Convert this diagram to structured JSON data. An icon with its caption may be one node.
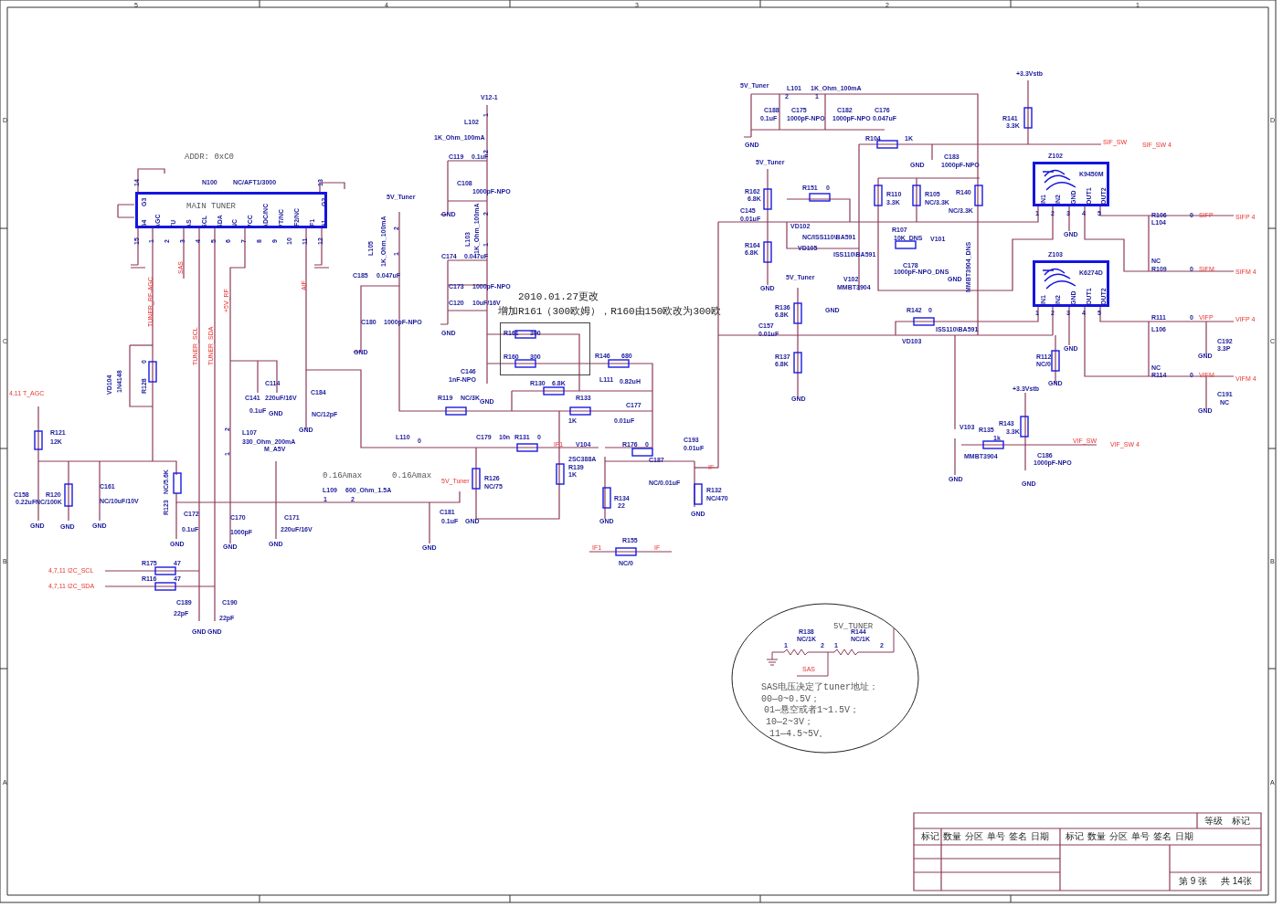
{
  "diagram": {
    "nodes": [
      {
        "text": [
          "N100",
          "NC/AFT1/3000",
          "MAIN TUNER",
          "G3",
          "G4",
          "AGC",
          "TU",
          "AS",
          "SCL",
          "SDA",
          "NC",
          "VCC",
          "ADC/NC",
          "VT/NC",
          "IF2/NC",
          "IF1",
          "G2",
          "G1"
        ]
      },
      {
        "text": [
          "R161",
          "300",
          "R160",
          "300"
        ]
      },
      {
        "text": [
          "Z102",
          "K9450M",
          "IN1",
          "IN2",
          "GND",
          "OUT1",
          "OUT2"
        ]
      },
      {
        "text": [
          "Z103",
          "K6274D",
          "IN1",
          "IN2",
          "GND",
          "OUT1",
          "OUT2"
        ]
      },
      {
        "text": [
          "5V_TUNER",
          "R138",
          "NC/1K",
          "R144",
          "NC/1K",
          "1",
          "2",
          "1",
          "2",
          "SAS",
          "SAS电压决定了tuner地址：",
          "00—0~0.5V；",
          "01—悬空或者1~1.5V；",
          "10—2~3V；",
          "11—4.5~5V。"
        ]
      }
    ],
    "labels": [
      "5",
      "4",
      "3",
      "2",
      "1",
      "D",
      "D",
      "C",
      "C",
      "B",
      "B",
      "A",
      "A",
      "ADDR: 0xC0",
      "14",
      "13",
      "15",
      "1",
      "2",
      "3",
      "4",
      "5",
      "6",
      "7",
      "8",
      "9",
      "10",
      "11",
      "12",
      "SAS",
      "TUNER_RF-AGC",
      "TUNER_SCL",
      "TUNER_SDA",
      "+5V_RF",
      "AIF",
      "VD104",
      "1N4148",
      "0",
      "R128",
      "4,11  T_AGC",
      "R121",
      "12K",
      "C158",
      "0.22uF",
      "R120",
      "NC/100K",
      "C161",
      "NC/10uF/10V",
      "GND",
      "GND",
      "GND",
      "R123",
      "NC/5.6K",
      "C172",
      "0.1uF",
      "GND",
      "C141",
      "C114",
      "220uF/16V",
      "0.1uF",
      "GND",
      "C184",
      "NC/12pF",
      "GND",
      "L107",
      "330_Ohm_200mA",
      "2",
      "1",
      "M_A5V",
      "C170",
      "1000pF",
      "GND",
      "C171",
      "220uF/16V",
      "GND",
      "0.16Amax",
      "0.16Amax",
      "5V_Tuner",
      "L109",
      "600_Ohm_1.5A",
      "1",
      "2",
      "C181",
      "0.1uF",
      "GND",
      "R175",
      "47",
      "R116",
      "47",
      "4,7,11  I2C_SCL",
      "4,7,11  I2C_SDA",
      "C189",
      "22pF",
      "C190",
      "22pF",
      "GND",
      "GND",
      "5V_Tuner",
      "2",
      "1",
      "L105",
      "1K_Ohm_100mA",
      "C185",
      "0.047uF",
      "C180",
      "1000pF-NPO",
      "GND",
      "V12-1",
      "L102",
      "1K_Ohm_100mA",
      "1",
      "2",
      "C119",
      "0.1uF",
      "C108",
      "1000pF-NPO",
      "GND",
      "L103",
      "1K_Ohm_100mA",
      "2",
      "1",
      "C174",
      "0.047uF",
      "C173",
      "1000pF-NPO",
      "C120",
      "10uF/16V",
      "GND",
      "2010.01.27更改",
      "增加R161（300欧姆），R160由150欧改为300欧",
      "R146",
      "680",
      "C146",
      "1nF-NPO",
      "GND",
      "R130",
      "6.8K",
      "L111",
      "0.82uH",
      "R119",
      "NC/3K",
      "R133",
      "1K",
      "C177",
      "0.01uF",
      "L110",
      "0",
      "C179",
      "10n",
      "R131",
      "0",
      "IF1",
      "V104",
      "2SC388A",
      "R139",
      "1K",
      "R176",
      "0",
      "C193",
      "0.01uF",
      "C187",
      "NC/0.01uF",
      "IF",
      "R126",
      "NC/75",
      "GND",
      "R134",
      "22",
      "GND",
      "R132",
      "NC/470",
      "GND",
      "R155",
      "IF1",
      "IF",
      "NC/0",
      "5V_Tuner",
      "L101",
      "1K_Ohm_100mA",
      "2",
      "1",
      "C188",
      "0.1uF",
      "C175",
      "1000pF-NPO",
      "C182",
      "1000pF-NPO",
      "C176",
      "0.047uF",
      "GND",
      "+3.3Vstb",
      "R141",
      "3.3K",
      "R104",
      "1K",
      "C183",
      "GND",
      "1000pF-NPO",
      "SIF_SW",
      "SIF_SW   4",
      "5V_Tuner",
      "R162",
      "6.8K",
      "C145",
      "0.01uF",
      "R151",
      "0",
      "R110",
      "3.3K",
      "R105",
      "NC/3.3K",
      "R140",
      "NC/3.3K",
      "VD102",
      "NC/ISS110\\BA591",
      "R164",
      "6.8K",
      "VD105",
      "ISS110\\BA591",
      "R107",
      "10K_DNS",
      "V101",
      "C178",
      "1000pF-NPO_DNS",
      "GND",
      "MMBT3904_DNS",
      "5V_Tuner",
      "V102",
      "MMBT3904",
      "GND",
      "GND",
      "1",
      "2",
      "3",
      "4",
      "5",
      "GND",
      "R106",
      "0",
      "SIFP",
      "SIFP   4",
      "L104",
      "NC",
      "R109",
      "0",
      "SIFM",
      "SIFM   4",
      "1",
      "2",
      "3",
      "4",
      "5",
      "GND",
      "R136",
      "6.8K",
      "C157",
      "0.01uF",
      "R137",
      "6.8K",
      "GND",
      "R142",
      "0",
      "VD103",
      "ISS110\\BA591",
      "R112",
      "NC/0",
      "GND",
      "R111",
      "0",
      "VIFP",
      "VIFP   4",
      "L106",
      "C192",
      "3.3P",
      "GND",
      "NC",
      "R114",
      "0",
      "VIFM",
      "VIFM   4",
      "C191",
      "NC",
      "GND",
      "+3.3Vstb",
      "V103",
      "R135",
      "1k",
      "R143",
      "3.3K",
      "MMBT3904",
      "VIF_SW",
      "VIF_SW   4",
      "C186",
      "1000pF-NPO",
      "GND",
      "GND",
      "等级",
      "标记",
      "标记",
      "数量",
      "分区",
      "单号",
      "签名",
      "日期",
      "标记",
      "数量",
      "分区",
      "单号",
      "签名",
      "日期",
      "第 9 张",
      "共 14张"
    ]
  }
}
